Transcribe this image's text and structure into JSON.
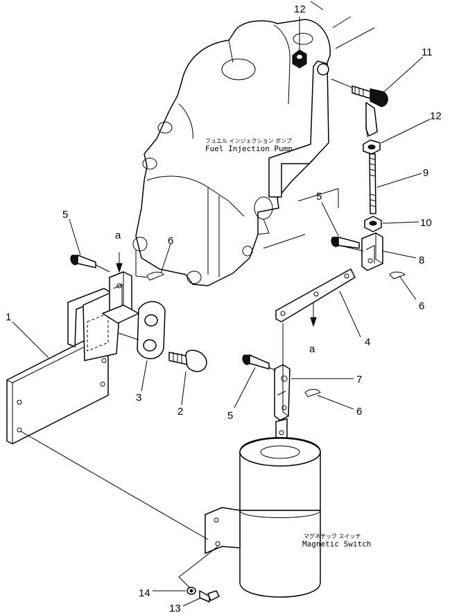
{
  "labels": {
    "fuel_pump_jp": "フュエル インジェクション ポンプ",
    "fuel_pump_en": "Fuel Injection Pump",
    "mag_switch_jp": "マグネチック スイッチ",
    "mag_switch_en": "Magnetic Switch",
    "ref_a_top": "a",
    "ref_a_mid": "a"
  },
  "callouts": {
    "c1": "1",
    "c2": "2",
    "c3": "3",
    "c4": "4",
    "c5a": "5",
    "c5b": "5",
    "c5c": "5",
    "c6a": "6",
    "c6b": "6",
    "c6c": "6",
    "c7": "7",
    "c8": "8",
    "c9": "9",
    "c10": "10",
    "c11": "11",
    "c12a": "12",
    "c12b": "12",
    "c13": "13",
    "c14": "14"
  }
}
